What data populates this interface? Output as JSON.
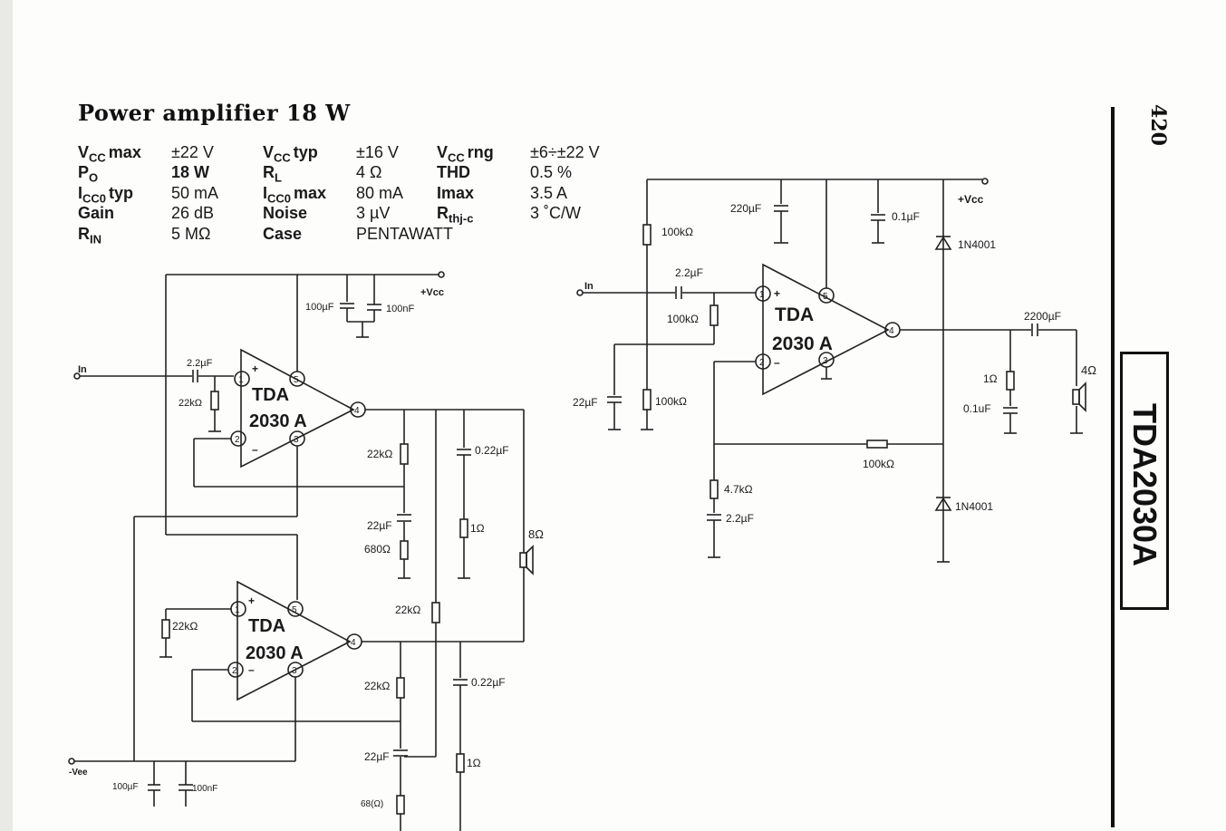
{
  "document": {
    "title": "Power amplifier 18 W",
    "page_number": "420",
    "chip_name": "TDA2030A"
  },
  "specs": {
    "col1": [
      {
        "label_main": "V",
        "label_sub": "CC",
        "label_tail": "max",
        "value": "±22 V"
      },
      {
        "label_main": "P",
        "label_sub": "O",
        "label_tail": "",
        "value": "18 W"
      },
      {
        "label_main": "I",
        "label_sub": "CC0",
        "label_tail": "typ",
        "value": "50 mA"
      },
      {
        "label_main": "Gain",
        "label_sub": "",
        "label_tail": "",
        "value": "26 dB"
      },
      {
        "label_main": "R",
        "label_sub": "IN",
        "label_tail": "",
        "value": "5 MΩ"
      }
    ],
    "col2": [
      {
        "label_main": "V",
        "label_sub": "CC",
        "label_tail": "typ",
        "value": "±16 V"
      },
      {
        "label_main": "R",
        "label_sub": "L",
        "label_tail": "",
        "value": "4 Ω"
      },
      {
        "label_main": "I",
        "label_sub": "CC0",
        "label_tail": "max",
        "value": "80 mA"
      },
      {
        "label_main": "Noise",
        "label_sub": "",
        "label_tail": "",
        "value": "3 µV"
      },
      {
        "label_main": "Case",
        "label_sub": "",
        "label_tail": "",
        "value": "PENTAWATT"
      }
    ],
    "col3": [
      {
        "label_main": "V",
        "label_sub": "CC",
        "label_tail": "rng",
        "value": "±6÷±22 V"
      },
      {
        "label_main": "THD",
        "label_sub": "",
        "label_tail": "",
        "value": "0.5 %"
      },
      {
        "label_main": "Imax",
        "label_sub": "",
        "label_tail": "",
        "value": "3.5 A"
      },
      {
        "label_main": "R",
        "label_sub": "thj-c",
        "label_tail": "",
        "value": "3 ˚C/W"
      }
    ]
  },
  "left_circuit": {
    "vcc": "+Vcc",
    "vee": "-Vee",
    "in": "In",
    "c_in": "2.2µF",
    "r_in": "22kΩ",
    "c_supply1": "100µF",
    "c_supply2": "100nF",
    "chip_top_l1": "TDA",
    "chip_top_l2": "2030 A",
    "chip_bot_l1": "TDA",
    "chip_bot_l2": "2030 A",
    "pins": [
      "1",
      "2",
      "3",
      "4",
      "5"
    ],
    "r_fb1": "22kΩ",
    "c_fb1": "22µF",
    "r_fb1b": "680Ω",
    "c_zob1": "0.22µF",
    "r_zob1": "1Ω",
    "speaker": "8Ω",
    "r_bridge": "22kΩ",
    "r_bot_in": "22kΩ",
    "r_fb2": "22kΩ",
    "c_fb2": "22µF",
    "c_zob2": "0.22µF",
    "r_zob2": "1Ω",
    "r_fb2b": "68(Ω)",
    "c_neg1": "100µF",
    "c_neg2": "100nF"
  },
  "right_circuit": {
    "vcc": "+Vcc",
    "in": "In",
    "c_220": "220µF",
    "c_01": "0.1µF",
    "r_100k_top": "100kΩ",
    "c_in": "2.2µF",
    "r_100k_mid": "100kΩ",
    "chip_l1": "TDA",
    "chip_l2": "2030 A",
    "d_top": "1N4001",
    "d_bot": "1N4001",
    "c_out": "2200µF",
    "speaker": "4Ω",
    "r_zob": "1Ω",
    "c_zob": "0.1uF",
    "c_22": "22µF",
    "r_100k_bot": "100kΩ",
    "r_fb": "100kΩ",
    "r_47": "4.7kΩ",
    "c_fb": "2.2µF"
  }
}
